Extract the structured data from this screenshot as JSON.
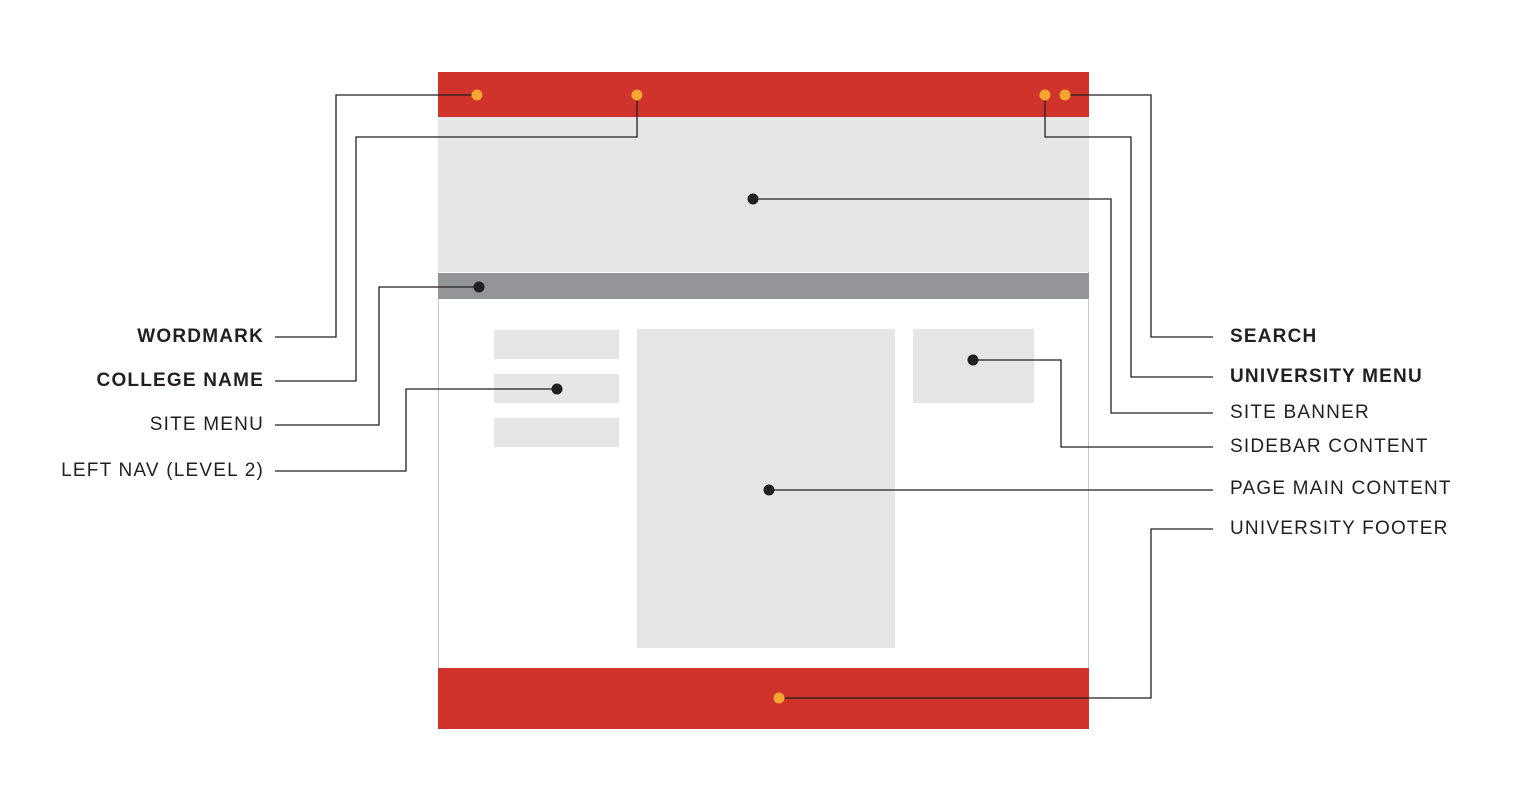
{
  "colors": {
    "header_red": "#cf332b",
    "banner_gray": "#e6e6e8",
    "menu_gray": "#939598",
    "content_gray": "#e6e6e8",
    "marker_orange": "#f7a631",
    "marker_dark": "#231f20",
    "line": "#231f20"
  },
  "labels": {
    "wordmark": "WORDMARK",
    "college_name": "COLLEGE NAME",
    "site_menu": "SITE MENU",
    "left_nav": "LEFT NAV (LEVEL 2)",
    "search": "SEARCH",
    "university_menu": "UNIVERSITY MENU",
    "site_banner": "SITE BANNER",
    "sidebar_content": "SIDEBAR CONTENT",
    "page_main_content": "PAGE MAIN CONTENT",
    "university_footer": "UNIVERSITY FOOTER"
  }
}
